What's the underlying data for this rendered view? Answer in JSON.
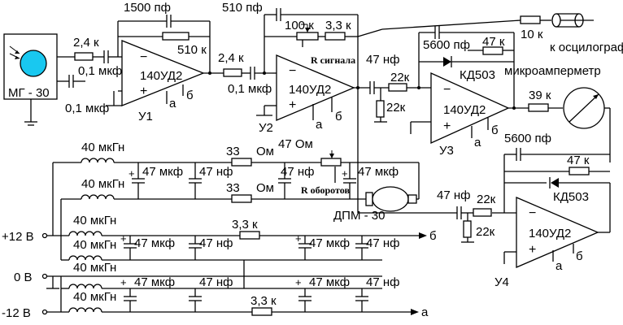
{
  "sensor": {
    "label": "МГ - 30"
  },
  "amps": {
    "part": "140УД2",
    "minus": "−",
    "plus": "+",
    "u1": "У1",
    "u2": "У2",
    "u3": "У3",
    "u4": "У4"
  },
  "components": {
    "r_2_4k": "2,4 к",
    "c_0_1uf": "0,1 мкф",
    "c_1500": "1500 пф",
    "r_510k": "510 к",
    "c_510": "510 пф",
    "r_100k": "100 к",
    "r_3_3k": "3,3 к",
    "r_signal": "R сигнала",
    "c_47nf": "47 нф",
    "r_22k": "22к",
    "c_5600": "5600 пф",
    "r_47k": "47 к",
    "diode": "КД503",
    "r_10k": "10 к",
    "r_39k": "39 к",
    "c_47uf": "47 мкф",
    "l_40uh": "40 мкГн",
    "r_33": "33",
    "ohm": "Ом",
    "r_47ohm": "47 Ом",
    "r_turns": "R оборотов",
    "motor": "ДПМ - 30"
  },
  "nets": {
    "a": "а",
    "b": "б",
    "plus12": "+12 В",
    "zero": "0 В",
    "minus12": "-12 В"
  },
  "outputs": {
    "oscilloscope": "к осцилографу",
    "microammeter": "микроамперметр"
  }
}
